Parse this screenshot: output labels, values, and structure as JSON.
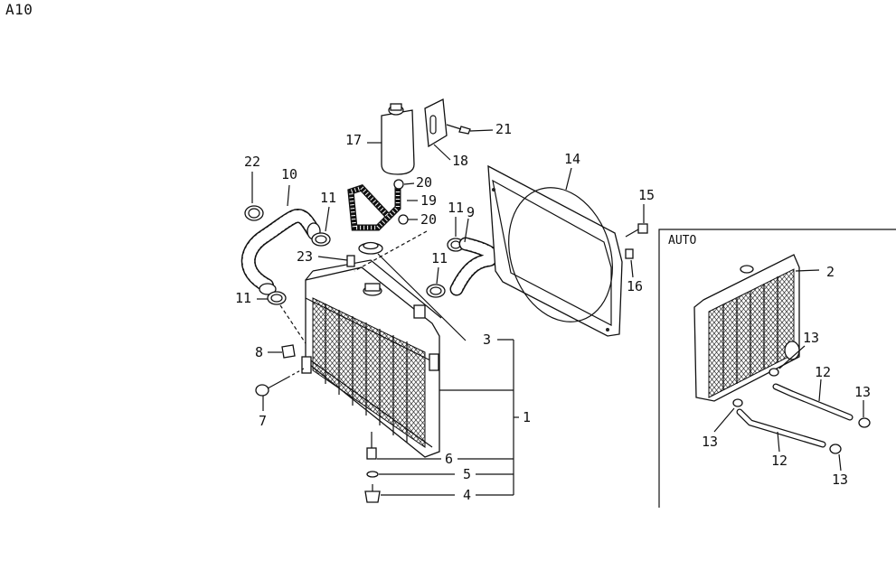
{
  "page_code": "A10",
  "inset_title": "AUTO",
  "callouts": {
    "c1": "1",
    "c2": "2",
    "c3": "3",
    "c4": "4",
    "c5": "5",
    "c6": "6",
    "c7": "7",
    "c8": "8",
    "c9": "9",
    "c10": "10",
    "c11a": "11",
    "c11b": "11",
    "c11c": "11",
    "c11d": "11",
    "c12a": "12",
    "c12b": "12",
    "c13a": "13",
    "c13b": "13",
    "c13c": "13",
    "c13d": "13",
    "c14": "14",
    "c15": "15",
    "c16": "16",
    "c17": "17",
    "c18": "18",
    "c19": "19",
    "c20a": "20",
    "c20b": "20",
    "c21": "21",
    "c22": "22",
    "c23": "23"
  }
}
